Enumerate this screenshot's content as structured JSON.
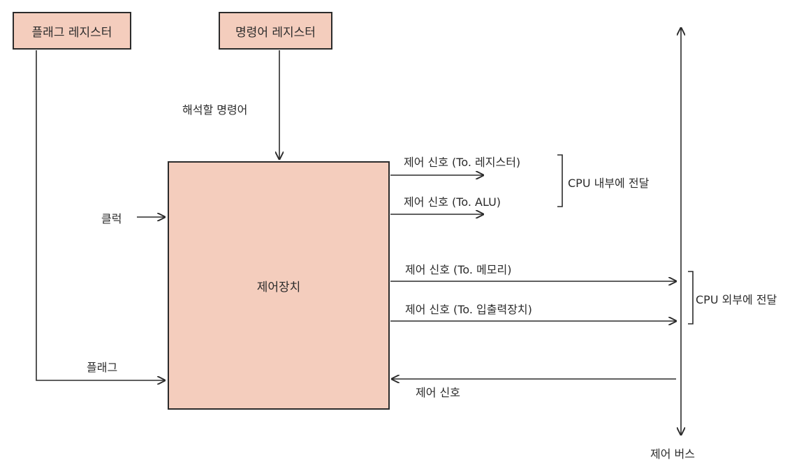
{
  "boxes": {
    "flag_register": "플래그 레지스터",
    "instruction_register": "명령어 레지스터",
    "control_unit": "제어장치"
  },
  "labels": {
    "instruction_to_decode": "해석할 명령어",
    "clock": "클럭",
    "flag": "플래그",
    "signal_to_register": "제어 신호 (To. 레지스터)",
    "signal_to_alu": "제어 신호 (To. ALU)",
    "cpu_internal": "CPU 내부에 전달",
    "signal_to_memory": "제어 신호 (To. 메모리)",
    "signal_to_io": "제어 신호 (To. 입출력장치)",
    "cpu_external": "CPU 외부에 전달",
    "signal_from_bus": "제어 신호",
    "control_bus": "제어 버스"
  },
  "colors": {
    "box_fill": "#f4cdbd",
    "line": "#2b2b2b"
  }
}
